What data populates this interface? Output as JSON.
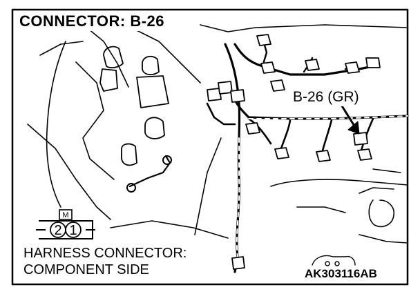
{
  "title": "CONNECTOR: B-26",
  "callout": {
    "label": "B-26 (GR)"
  },
  "connector_face": {
    "key_label": "M",
    "pins": [
      "2",
      "1"
    ]
  },
  "caption": {
    "line1": "HARNESS CONNECTOR:",
    "line2": "COMPONENT SIDE"
  },
  "part_number": "AK303116AB",
  "colors": {
    "ink": "#000000",
    "paper": "#ffffff"
  }
}
